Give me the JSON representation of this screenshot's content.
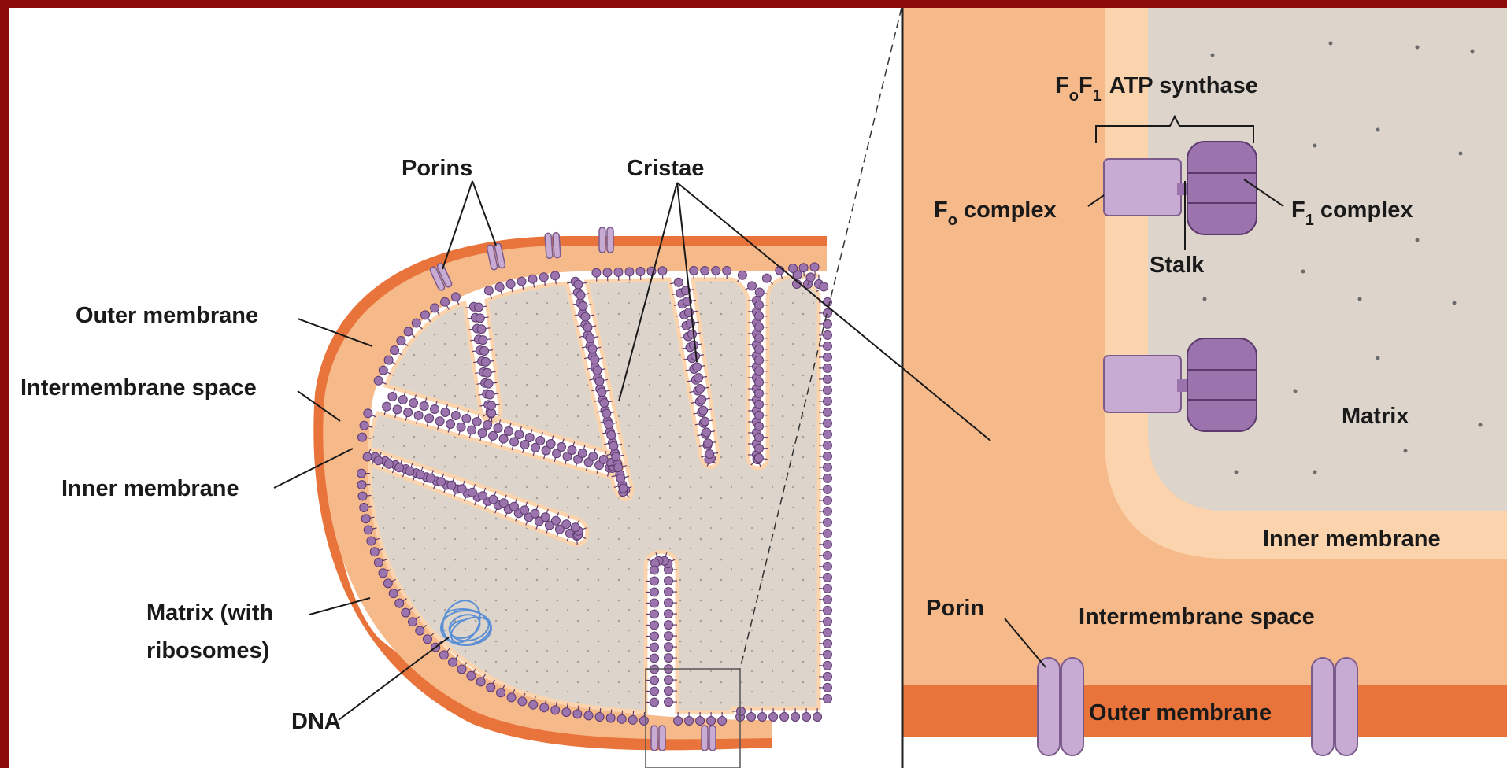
{
  "labels": {
    "porins": "Porins",
    "cristae": "Cristae",
    "outer_membrane": "Outer membrane",
    "intermembrane_space": "Intermembrane space",
    "inner_membrane": "Inner membrane",
    "matrix_line1": "Matrix (with",
    "matrix_line2": "ribosomes)",
    "dna": "DNA"
  },
  "detail": {
    "atp_synthase_F": "F",
    "atp_synthase_o": "o",
    "atp_synthase_F2": "F",
    "atp_synthase_1": "1",
    "atp_synthase_rest": "ATP synthase",
    "fo_complex_F": "F",
    "fo_complex_o": "o",
    "fo_complex_rest": "complex",
    "f1_complex_F": "F",
    "f1_complex_1": "1",
    "f1_complex_rest": "complex",
    "stalk": "Stalk",
    "matrix": "Matrix",
    "inner_membrane": "Inner membrane",
    "porin": "Porin",
    "intermembrane_space": "Intermembrane space",
    "outer_membrane": "Outer membrane"
  },
  "colors": {
    "border": "#8c0b0b",
    "background": "#ffffff",
    "outer_membrane": "#e8743b",
    "intermembrane": "#f6b98a",
    "inner_membrane": "#fbd3ac",
    "matrix": "#ddd5cc",
    "protein": "#9b73ad",
    "protein_light": "#c7abd2",
    "dna": "#5b8fd6"
  }
}
